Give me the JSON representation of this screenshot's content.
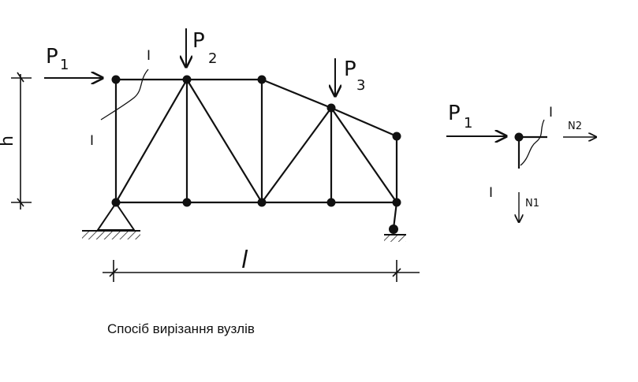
{
  "labels": {
    "p1_main": "P",
    "p1_main_sub": "1",
    "p2": "P",
    "p2_sub": "2",
    "p3": "P",
    "p3_sub": "3",
    "height": "h",
    "span": "l",
    "section_top": "I",
    "section_bottom": "I",
    "p1_node": "P",
    "p1_node_sub": "1",
    "node_section_top": "I",
    "node_section_bottom": "I",
    "n1": "N1",
    "n2": "N2"
  },
  "caption": "Спосіб вирізання вузлів"
}
